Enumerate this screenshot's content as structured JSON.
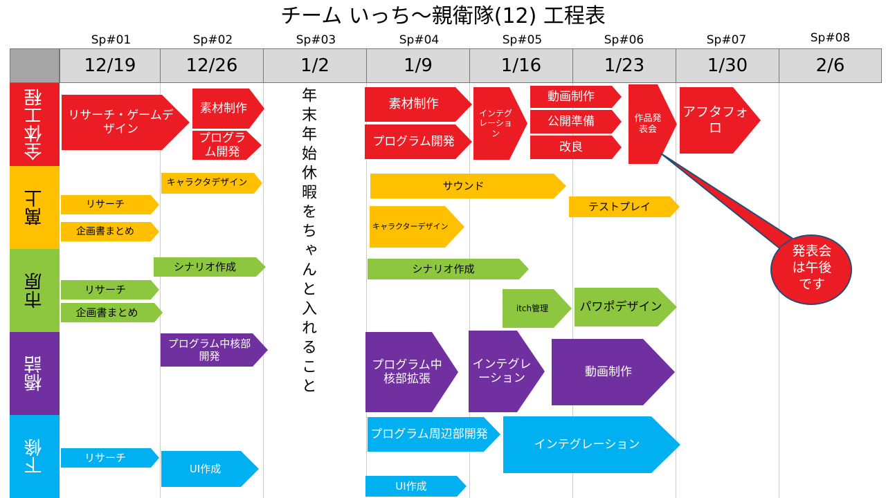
{
  "title": "チーム いっち〜親衛隊(12) 工程表",
  "sprints": [
    "Sp#01",
    "Sp#02",
    "Sp#03",
    "Sp#04",
    "Sp#05",
    "Sp#06",
    "Sp#07",
    "Sp#08"
  ],
  "dates": [
    "12/19",
    "12/26",
    "1/2",
    "1/9",
    "1/16",
    "1/23",
    "1/30",
    "2/6"
  ],
  "rows": [
    "全体工程",
    "萬上",
    "市原",
    "橋詰",
    "下條"
  ],
  "colors": {
    "red": "#ec1c24",
    "yellow": "#ffc000",
    "green": "#8dc63f",
    "purple": "#7030a0",
    "blue": "#00b0f0"
  },
  "tasks": {
    "all": [
      "リサーチ・ゲームデザイン",
      "素材制作",
      "プログラム開発",
      "素材制作",
      "プログラム開発",
      "インテグレーション",
      "動画制作",
      "公開準備",
      "改良",
      "作品発表会",
      "アフタフォロ"
    ],
    "manjo": [
      "キャラクタデザイン",
      "リサーチ",
      "企画書まとめ",
      "サウンド",
      "テストプレイ",
      "キャラクターデザイン"
    ],
    "ichihara": [
      "シナリオ作成",
      "リサーチ",
      "企画書まとめ",
      "シナリオ作成",
      "itch管理",
      "パワポデザイン"
    ],
    "hashizume": [
      "プログラム中核部開発",
      "プログラム中核部拡張",
      "インテグレーション",
      "動画制作"
    ],
    "shimojo": [
      "プログラム周辺部開発",
      "インテグレーション",
      "リサーチ",
      "UI作成",
      "UI作成"
    ]
  },
  "holiday_note": "年末年始休暇をちゃんと入れること",
  "callout": "発表会は午後です"
}
